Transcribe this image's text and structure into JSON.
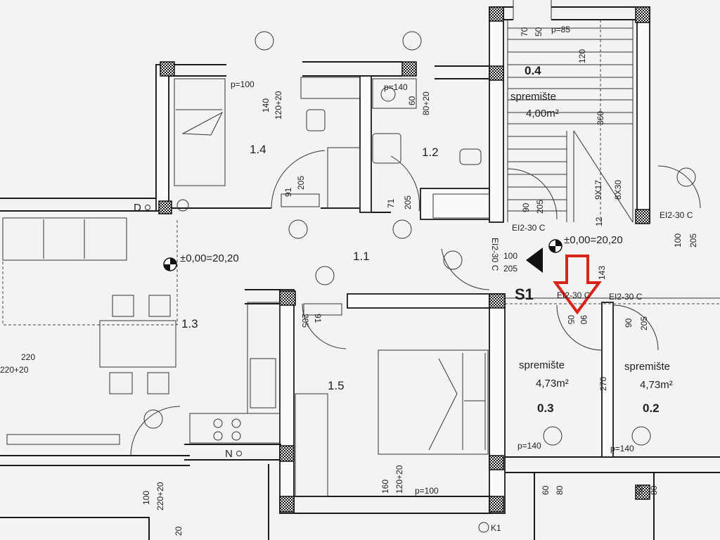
{
  "rooms": {
    "r11": "1.1",
    "r12": "1.2",
    "r13": "1.3",
    "r14": "1.4",
    "r15": "1.5",
    "r02": "0.2",
    "r03": "0.3",
    "r04": "0.4"
  },
  "storage": {
    "name": "spremište",
    "area_small": "4,00m²",
    "area_large": "4,73m²"
  },
  "levels": {
    "main": "±0,00=20,20",
    "right": "±0,00=20,20"
  },
  "fire_rating": "EI2-30 C",
  "section": "S1",
  "markers": {
    "d": "D",
    "n": "N",
    "k1": "K1"
  },
  "dimensions": {
    "p85": "p=85",
    "p100_top": "p=100",
    "p100_bottom": "p=100",
    "p140_top": "p=140",
    "p140_a": "p=140",
    "p140_b": "p=140",
    "d70": "70",
    "d50": "50",
    "d120": "120",
    "d360": "360",
    "d9x17": "9X17",
    "d8x30": "8X30",
    "d140": "140",
    "d120p20_top": "120+20",
    "d60": "60",
    "d80p20": "80+20",
    "d91_top": "91",
    "d205_top": "205",
    "d71": "71",
    "d205_b": "205",
    "d90_stair": "90",
    "d205_stair": "205",
    "d12": "12",
    "d100_door": "100",
    "d205_door": "205",
    "d143": "143",
    "d100_right": "100",
    "d205_right": "205",
    "d91_mid": "91",
    "d205_mid": "205",
    "d05": "05",
    "d90_a": "90",
    "d90_b": "90",
    "d205_c": "205",
    "d270": "270",
    "d220": "220",
    "d220p20": "220+20",
    "d100_left": "100",
    "d220p20_b": "220+20",
    "d160": "160",
    "d120p20_b": "120+20",
    "d60_a": "60",
    "d80_a": "80",
    "d60_b": "60",
    "d80_b": "80",
    "d20": "20"
  },
  "colors": {
    "line": "#1a1a1a",
    "paper": "#f3f3f1",
    "arrow": "#d8231c"
  }
}
